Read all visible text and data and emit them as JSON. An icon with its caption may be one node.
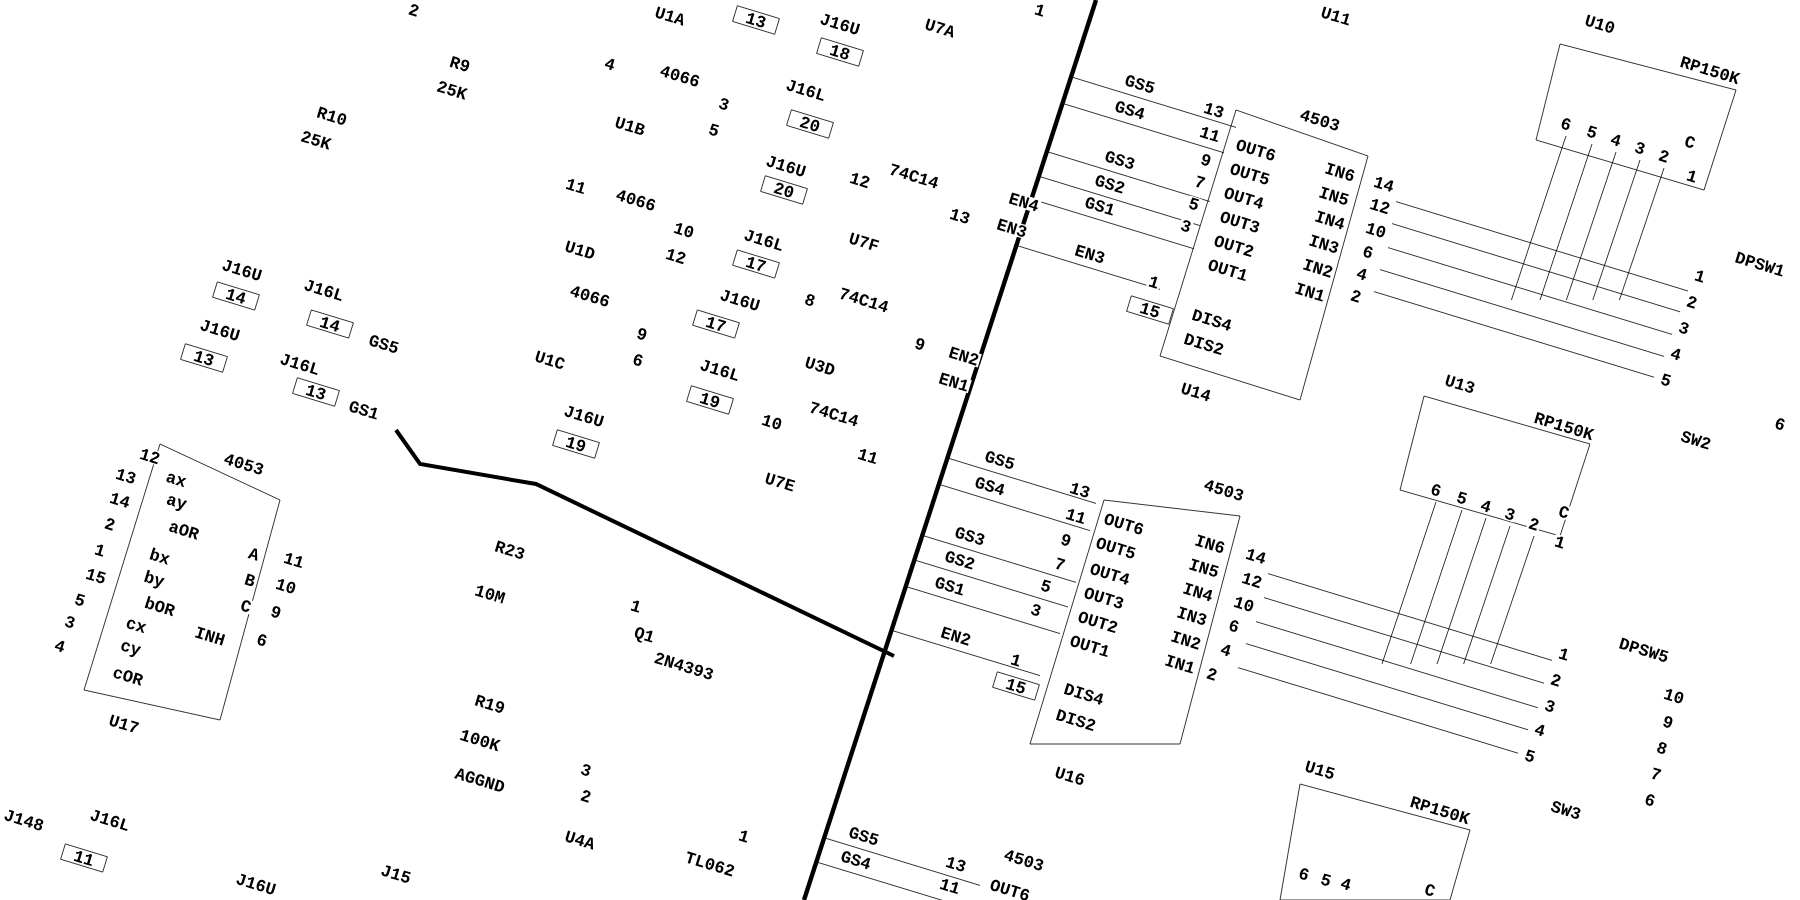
{
  "diagram": {
    "labels": [
      "2",
      "R9",
      "25K",
      "R10",
      "25K",
      "U1A",
      "13",
      "J16U",
      "18",
      "U7A",
      "1",
      "U11",
      "U10",
      "RP150K",
      "4",
      "4066",
      "3",
      "U1B",
      "5",
      "J16L",
      "20",
      "J16U",
      "20",
      "GS5",
      "GS4",
      "13",
      "11",
      "4503",
      "OUT6",
      "IN6",
      "14",
      "GS3",
      "9",
      "OUT5",
      "IN5",
      "12",
      "GS2",
      "7",
      "OUT4",
      "IN4",
      "10",
      "GS1",
      "5",
      "OUT3",
      "IN3",
      "6",
      "3",
      "OUT2",
      "IN2",
      "4",
      "OUT1",
      "IN1",
      "2",
      "6",
      "5",
      "4",
      "3",
      "2",
      "C",
      "1",
      "11",
      "4066",
      "10",
      "U1D",
      "12",
      "12",
      "74C14",
      "13",
      "U7F",
      "EN4",
      "EN3",
      "J16L",
      "17",
      "J16U",
      "17",
      "8",
      "74C14",
      "9",
      "U3D",
      "EN2",
      "EN1",
      "J16L",
      "19",
      "10",
      "74C14",
      "11",
      "U7E",
      "4066",
      "9",
      "6",
      "U1C",
      "J16U",
      "19",
      "EN3",
      "1",
      "15",
      "DIS4",
      "DIS2",
      "U14",
      "J16U",
      "14",
      "J16L",
      "14",
      "GS5",
      "J16U",
      "13",
      "J16L",
      "13",
      "GS1",
      "DPSW1",
      "1",
      "2",
      "3",
      "4",
      "5",
      "6",
      "SW2",
      "U13",
      "RP150K",
      "12",
      "4053",
      "13",
      "ax",
      "14",
      "ay",
      "2",
      "aOR",
      "1",
      "bx",
      "15",
      "by",
      "5",
      "bOR",
      "3",
      "cx",
      "4",
      "cy",
      "cOR",
      "U17",
      "A",
      "11",
      "B",
      "10",
      "C",
      "9",
      "INH",
      "6",
      "R23",
      "10M",
      "R19",
      "100K",
      "AGGND",
      "1",
      "Q1",
      "2N4393",
      "3",
      "2",
      "U4A",
      "TL062",
      "1",
      "J148",
      "J16L",
      "11",
      "J16U",
      "J15",
      "GS5",
      "GS4",
      "13",
      "11",
      "4503",
      "OUT6",
      "IN6",
      "14",
      "GS3",
      "9",
      "OUT5",
      "IN5",
      "12",
      "GS2",
      "7",
      "OUT4",
      "IN4",
      "10",
      "GS1",
      "5",
      "OUT3",
      "IN3",
      "6",
      "3",
      "OUT2",
      "IN2",
      "4",
      "OUT1",
      "IN1",
      "2",
      "EN2",
      "1",
      "15",
      "DIS4",
      "DIS2",
      "U16",
      "6",
      "5",
      "4",
      "3",
      "2",
      "C",
      "1",
      "DPSW5",
      "1",
      "2",
      "3",
      "4",
      "5",
      "10",
      "9",
      "8",
      "7",
      "6",
      "SW3",
      "GS5",
      "GS4",
      "13",
      "11",
      "4503",
      "OUT6",
      "U15",
      "RP150K",
      "6",
      "5",
      "4",
      "C"
    ]
  }
}
